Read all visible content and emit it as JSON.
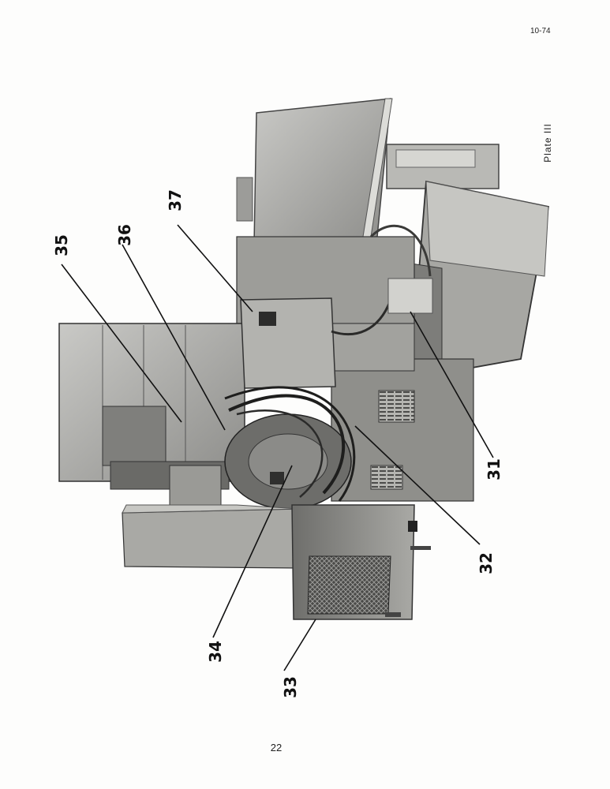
{
  "header": {
    "code": "10-74"
  },
  "plate": {
    "title": "Plate III"
  },
  "figure": {
    "labels": {
      "c31": "31",
      "c32": "32",
      "c33": "33",
      "c34": "34",
      "c35": "35",
      "c36": "36",
      "c37": "37"
    }
  },
  "footer": {
    "page_number": "22"
  }
}
